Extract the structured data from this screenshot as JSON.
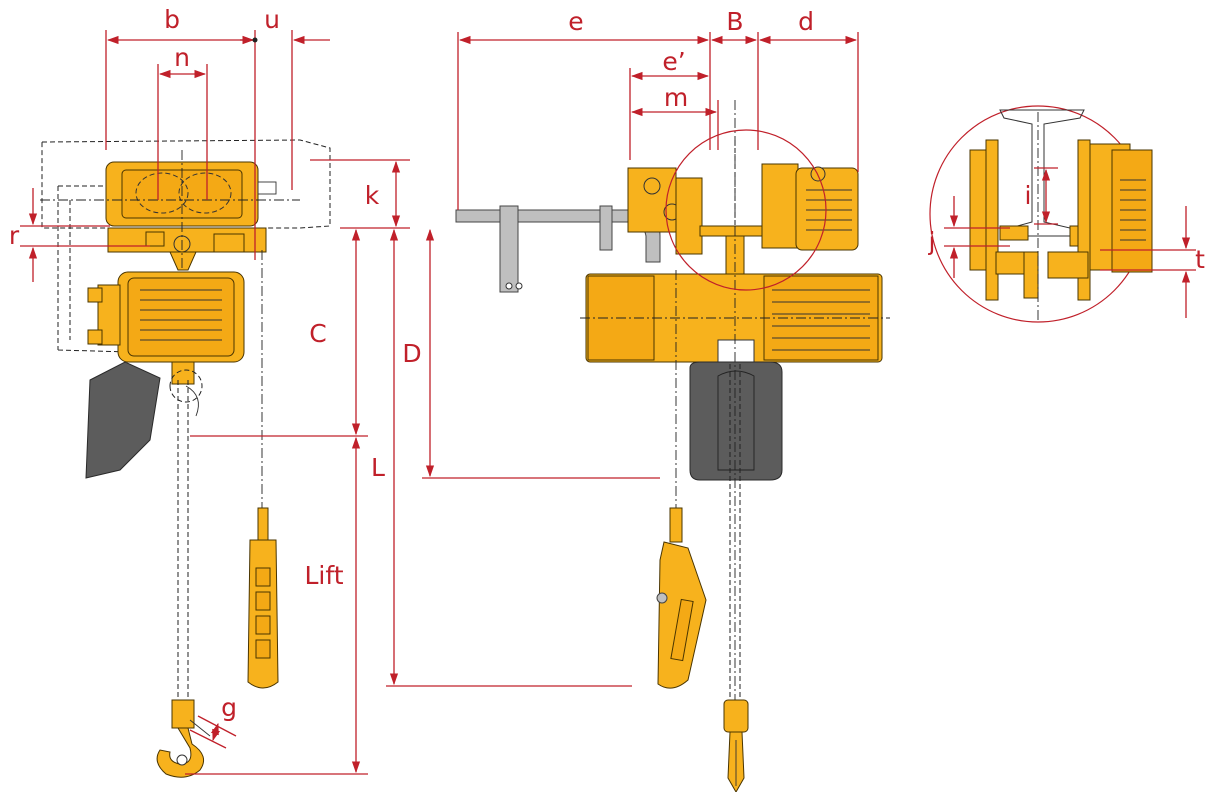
{
  "labels": {
    "b": "b",
    "u": "u",
    "n": "n",
    "k": "k",
    "r": "r",
    "C": "C",
    "D": "D",
    "L": "L",
    "Lift": "Lift",
    "g": "g",
    "e": "e",
    "B": "B",
    "d": "d",
    "e_prime": "e’",
    "m": "m",
    "i": "i",
    "j": "j",
    "t": "t"
  },
  "colors": {
    "dimension": "#c0202a",
    "hoist_body": "#f7b21d",
    "chain_bag": "#5c5c5c",
    "outline": "#222222"
  }
}
